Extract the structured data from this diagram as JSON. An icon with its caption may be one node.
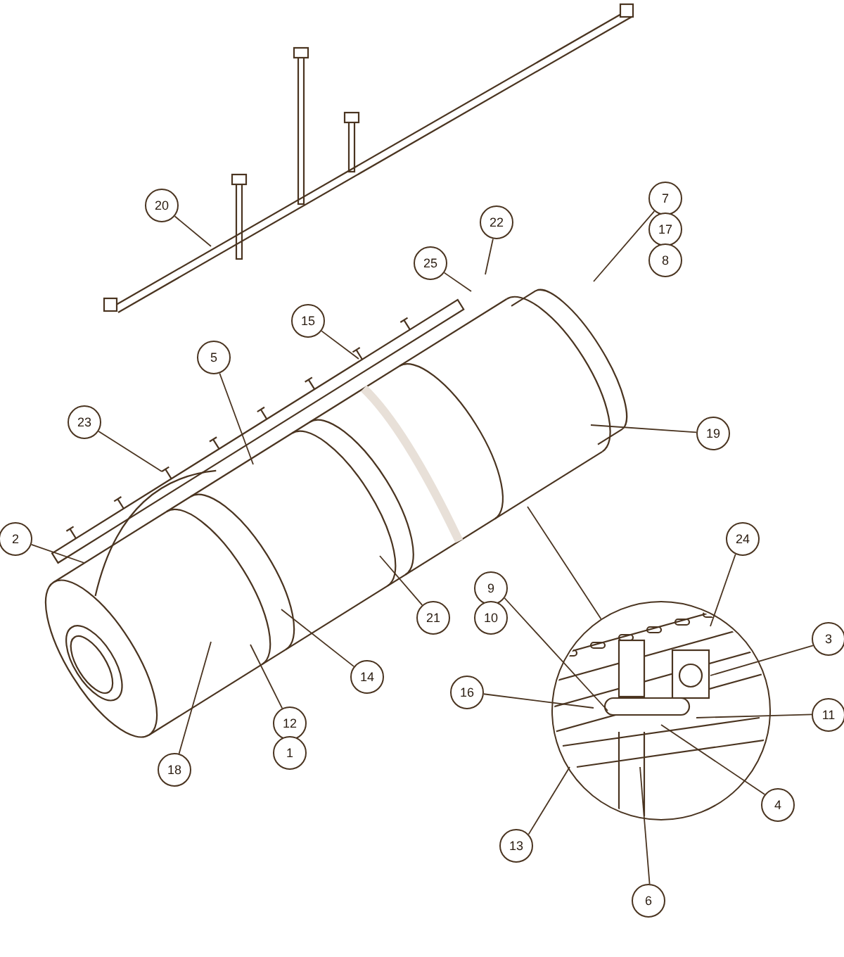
{
  "diagram": {
    "nodes": [
      {
        "text": [
          "7"
        ]
      },
      {
        "text": [
          "20"
        ]
      },
      {
        "text": [
          "22"
        ]
      },
      {
        "text": [
          "17"
        ]
      },
      {
        "text": [
          "8"
        ]
      },
      {
        "text": [
          "25"
        ]
      },
      {
        "text": [
          "15"
        ]
      },
      {
        "text": [
          "5"
        ]
      },
      {
        "text": [
          "23"
        ]
      },
      {
        "text": [
          "19"
        ]
      },
      {
        "text": [
          "2"
        ]
      },
      {
        "text": [
          "24"
        ]
      },
      {
        "text": [
          "9"
        ]
      },
      {
        "text": [
          "21"
        ]
      },
      {
        "text": [
          "10"
        ]
      },
      {
        "text": [
          "3"
        ]
      },
      {
        "text": [
          "14"
        ]
      },
      {
        "text": [
          "16"
        ]
      },
      {
        "text": [
          "11"
        ]
      },
      {
        "text": [
          "12"
        ]
      },
      {
        "text": [
          "1"
        ]
      },
      {
        "text": [
          "18"
        ]
      },
      {
        "text": [
          "4"
        ]
      },
      {
        "text": [
          "13"
        ]
      },
      {
        "text": [
          "6"
        ]
      },
      {
        "text": [],
        "shape": "circle"
      }
    ],
    "edges": [
      {
        "from": 0,
        "to": null,
        "arrow": "none"
      },
      {
        "from": 1,
        "to": null,
        "arrow": "none"
      },
      {
        "from": 2,
        "to": null,
        "arrow": "none"
      },
      {
        "from": 5,
        "to": null,
        "arrow": "none"
      },
      {
        "from": 6,
        "to": null,
        "arrow": "none"
      },
      {
        "from": 7,
        "to": null,
        "arrow": "none"
      },
      {
        "from": 8,
        "to": null,
        "arrow": "none"
      },
      {
        "from": 9,
        "to": null,
        "arrow": "none"
      },
      {
        "from": 10,
        "to": null,
        "arrow": "none"
      },
      {
        "from": 11,
        "to": 25,
        "arrow": "none"
      },
      {
        "from": 12,
        "to": 25,
        "arrow": "none"
      },
      {
        "from": 13,
        "to": null,
        "arrow": "none"
      },
      {
        "from": 15,
        "to": 25,
        "arrow": "none"
      },
      {
        "from": 16,
        "to": null,
        "arrow": "none"
      },
      {
        "from": 17,
        "to": 25,
        "arrow": "none"
      },
      {
        "from": 18,
        "to": 25,
        "arrow": "none"
      },
      {
        "from": 19,
        "to": null,
        "arrow": "none"
      },
      {
        "from": 21,
        "to": null,
        "arrow": "none"
      },
      {
        "from": 22,
        "to": 25,
        "arrow": "none"
      },
      {
        "from": 23,
        "to": 25,
        "arrow": "none"
      },
      {
        "from": 24,
        "to": 25,
        "arrow": "none"
      },
      {
        "from": 25,
        "to": null,
        "arrow": "none"
      }
    ]
  }
}
